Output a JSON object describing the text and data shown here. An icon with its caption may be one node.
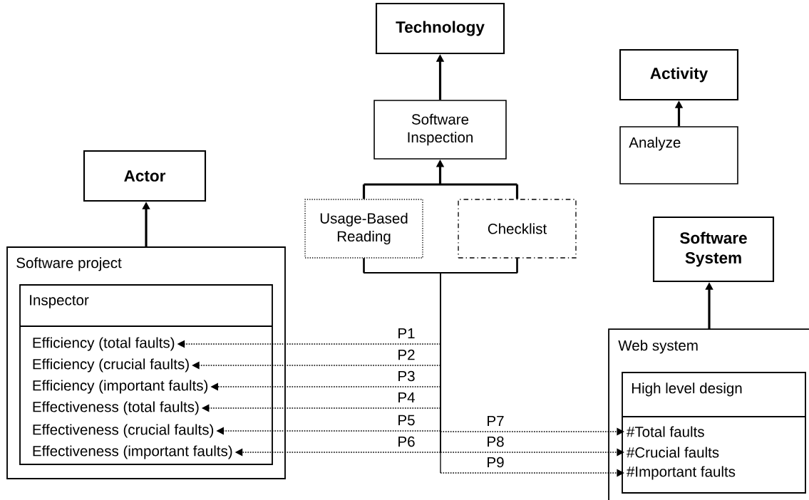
{
  "diagram": {
    "nodes": [
      {
        "text": [
          "Technology"
        ]
      },
      {
        "text": [
          "Software Inspection"
        ]
      },
      {
        "text": [
          "Usage-Based Reading"
        ]
      },
      {
        "text": [
          "Checklist"
        ]
      },
      {
        "text": [
          "Activity"
        ]
      },
      {
        "text": [
          "Analyze"
        ]
      },
      {
        "text": [
          "Actor"
        ]
      },
      {
        "text": [
          "Software project"
        ]
      },
      {
        "text": [
          "Inspector"
        ],
        "in": 7
      },
      {
        "text": [
          "Efficiency (total faults)"
        ],
        "in": 8
      },
      {
        "text": [
          "Efficiency (crucial faults)"
        ],
        "in": 8
      },
      {
        "text": [
          "Efficiency (important faults)"
        ],
        "in": 8
      },
      {
        "text": [
          "Effectiveness (total faults)"
        ],
        "in": 8
      },
      {
        "text": [
          "Effectiveness (crucial faults)"
        ],
        "in": 8
      },
      {
        "text": [
          "Effectiveness (important faults)"
        ],
        "in": 8
      },
      {
        "text": [
          "Software System"
        ]
      },
      {
        "text": [
          "Web system"
        ]
      },
      {
        "text": [
          "High level design"
        ],
        "in": 16
      },
      {
        "text": [
          "#Total faults"
        ],
        "in": 17
      },
      {
        "text": [
          "#Crucial faults"
        ],
        "in": 17
      },
      {
        "text": [
          "#Important faults"
        ],
        "in": 17
      }
    ],
    "edges": [
      {
        "from": 1,
        "to": 0,
        "arrow": "to",
        "style": "thick"
      },
      {
        "from": 5,
        "to": 4,
        "arrow": "to",
        "style": "thick"
      },
      {
        "from": 7,
        "to": 6,
        "arrow": "to",
        "style": "thick"
      },
      {
        "from": 16,
        "to": 15,
        "arrow": "to",
        "style": "thick"
      },
      {
        "from": 2,
        "to": 1,
        "arrow": "to",
        "style": "thick"
      },
      {
        "from": 3,
        "to": 1,
        "arrow": "to",
        "style": "thick"
      },
      {
        "from": 2,
        "to": 9,
        "arrow": "to",
        "label": "P1"
      },
      {
        "from": 3,
        "to": 9,
        "arrow": "to"
      },
      {
        "from": 2,
        "to": 10,
        "arrow": "to",
        "label": "P2"
      },
      {
        "from": 3,
        "to": 10,
        "arrow": "to"
      },
      {
        "from": 2,
        "to": 11,
        "arrow": "to",
        "label": "P3"
      },
      {
        "from": 3,
        "to": 11,
        "arrow": "to"
      },
      {
        "from": 2,
        "to": 12,
        "arrow": "to",
        "label": "P4"
      },
      {
        "from": 3,
        "to": 12,
        "arrow": "to"
      },
      {
        "from": 2,
        "to": 13,
        "arrow": "to",
        "label": "P5"
      },
      {
        "from": 3,
        "to": 13,
        "arrow": "to"
      },
      {
        "from": 2,
        "to": 14,
        "arrow": "to",
        "label": "P6"
      },
      {
        "from": 3,
        "to": 14,
        "arrow": "to"
      },
      {
        "from": 2,
        "to": 18,
        "arrow": "to",
        "label": "P7"
      },
      {
        "from": 3,
        "to": 18,
        "arrow": "to"
      },
      {
        "from": 2,
        "to": 19,
        "arrow": "to",
        "label": "P8"
      },
      {
        "from": 3,
        "to": 19,
        "arrow": "to"
      },
      {
        "from": 2,
        "to": 20,
        "arrow": "to",
        "label": "P9"
      },
      {
        "from": 3,
        "to": 20,
        "arrow": "to"
      }
    ]
  }
}
